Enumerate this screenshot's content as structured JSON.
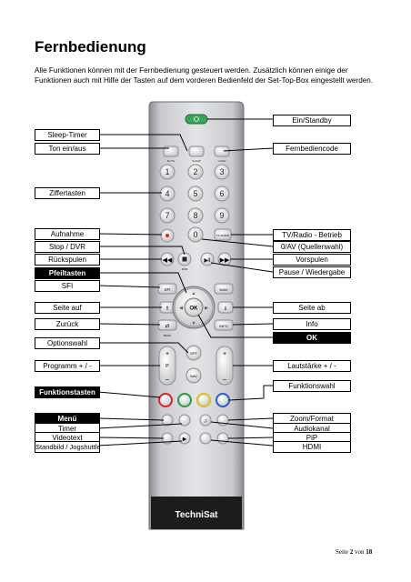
{
  "heading": "Fernbedienung",
  "intro": "Alle Funktionen können mit der Fernbedienung gesteuert werden. Zusätzlich können einige der Funktionen auch mit Hilfe der Tasten auf dem vorderen Bedienfeld der Set-Top-Box eingestellt werden.",
  "labels_left": {
    "sleep_timer": "Sleep-Timer",
    "ton": "Ton ein/aus",
    "ziffern": "Ziffertasten",
    "aufnahme": "Aufnahme",
    "stop": "Stop / DVR",
    "ruckspulen": "Rückspulen",
    "pfeil": "Pfeiltasten",
    "sfi": "SFI",
    "seite_auf": "Seite auf",
    "zuruck": "Zurück",
    "option": "Optionswahl",
    "programm": "Programm + / -",
    "funktionstasten": "Funktionstasten",
    "menu": "Menü",
    "timer": "Timer",
    "videotext": "Videotext",
    "standbild": "Standbild / Jogshuttle"
  },
  "labels_right": {
    "ein": "Ein/Standby",
    "code": "Fernbediencode",
    "tvradio": "TV/Radio - Betrieb",
    "av": "0/AV (Quellenwahl)",
    "vorspulen": "Vorspulen",
    "pause": "Pause / Wiedergabe",
    "seite_ab": "Seite ab",
    "info": "Info",
    "ok": "OK",
    "laut": "Lautstärke + / -",
    "funktionswahl": "Funktionswahl",
    "zoom": "Zoom/Format",
    "audio": "Audiokanal",
    "pip": "PiP",
    "hdmi": "HDMI"
  },
  "remote": {
    "brand": "TechniSat",
    "keys": {
      "mute": "MUTE",
      "sleep": "SLEEP",
      "code": "CODE",
      "n1": "1",
      "n2": "2",
      "n3": "3",
      "n4": "4",
      "n5": "5",
      "n6": "6",
      "n7": "7",
      "n8": "8",
      "n9": "9",
      "n0": "0",
      "tvradio": "TV RADIO",
      "sfi": "SFI",
      "navi": "NAVI",
      "ok": "OK",
      "info": "INFO",
      "back": "BACK",
      "opt": "OPT",
      "nav": "NAV",
      "p": "P",
      "dvr": "DVR"
    }
  },
  "footer": {
    "prefix": "Seite ",
    "page": "2",
    "mid": " von ",
    "total": "18"
  },
  "colors": {
    "panel": "#d4d5d8",
    "accent_green": "#2b9a49"
  }
}
